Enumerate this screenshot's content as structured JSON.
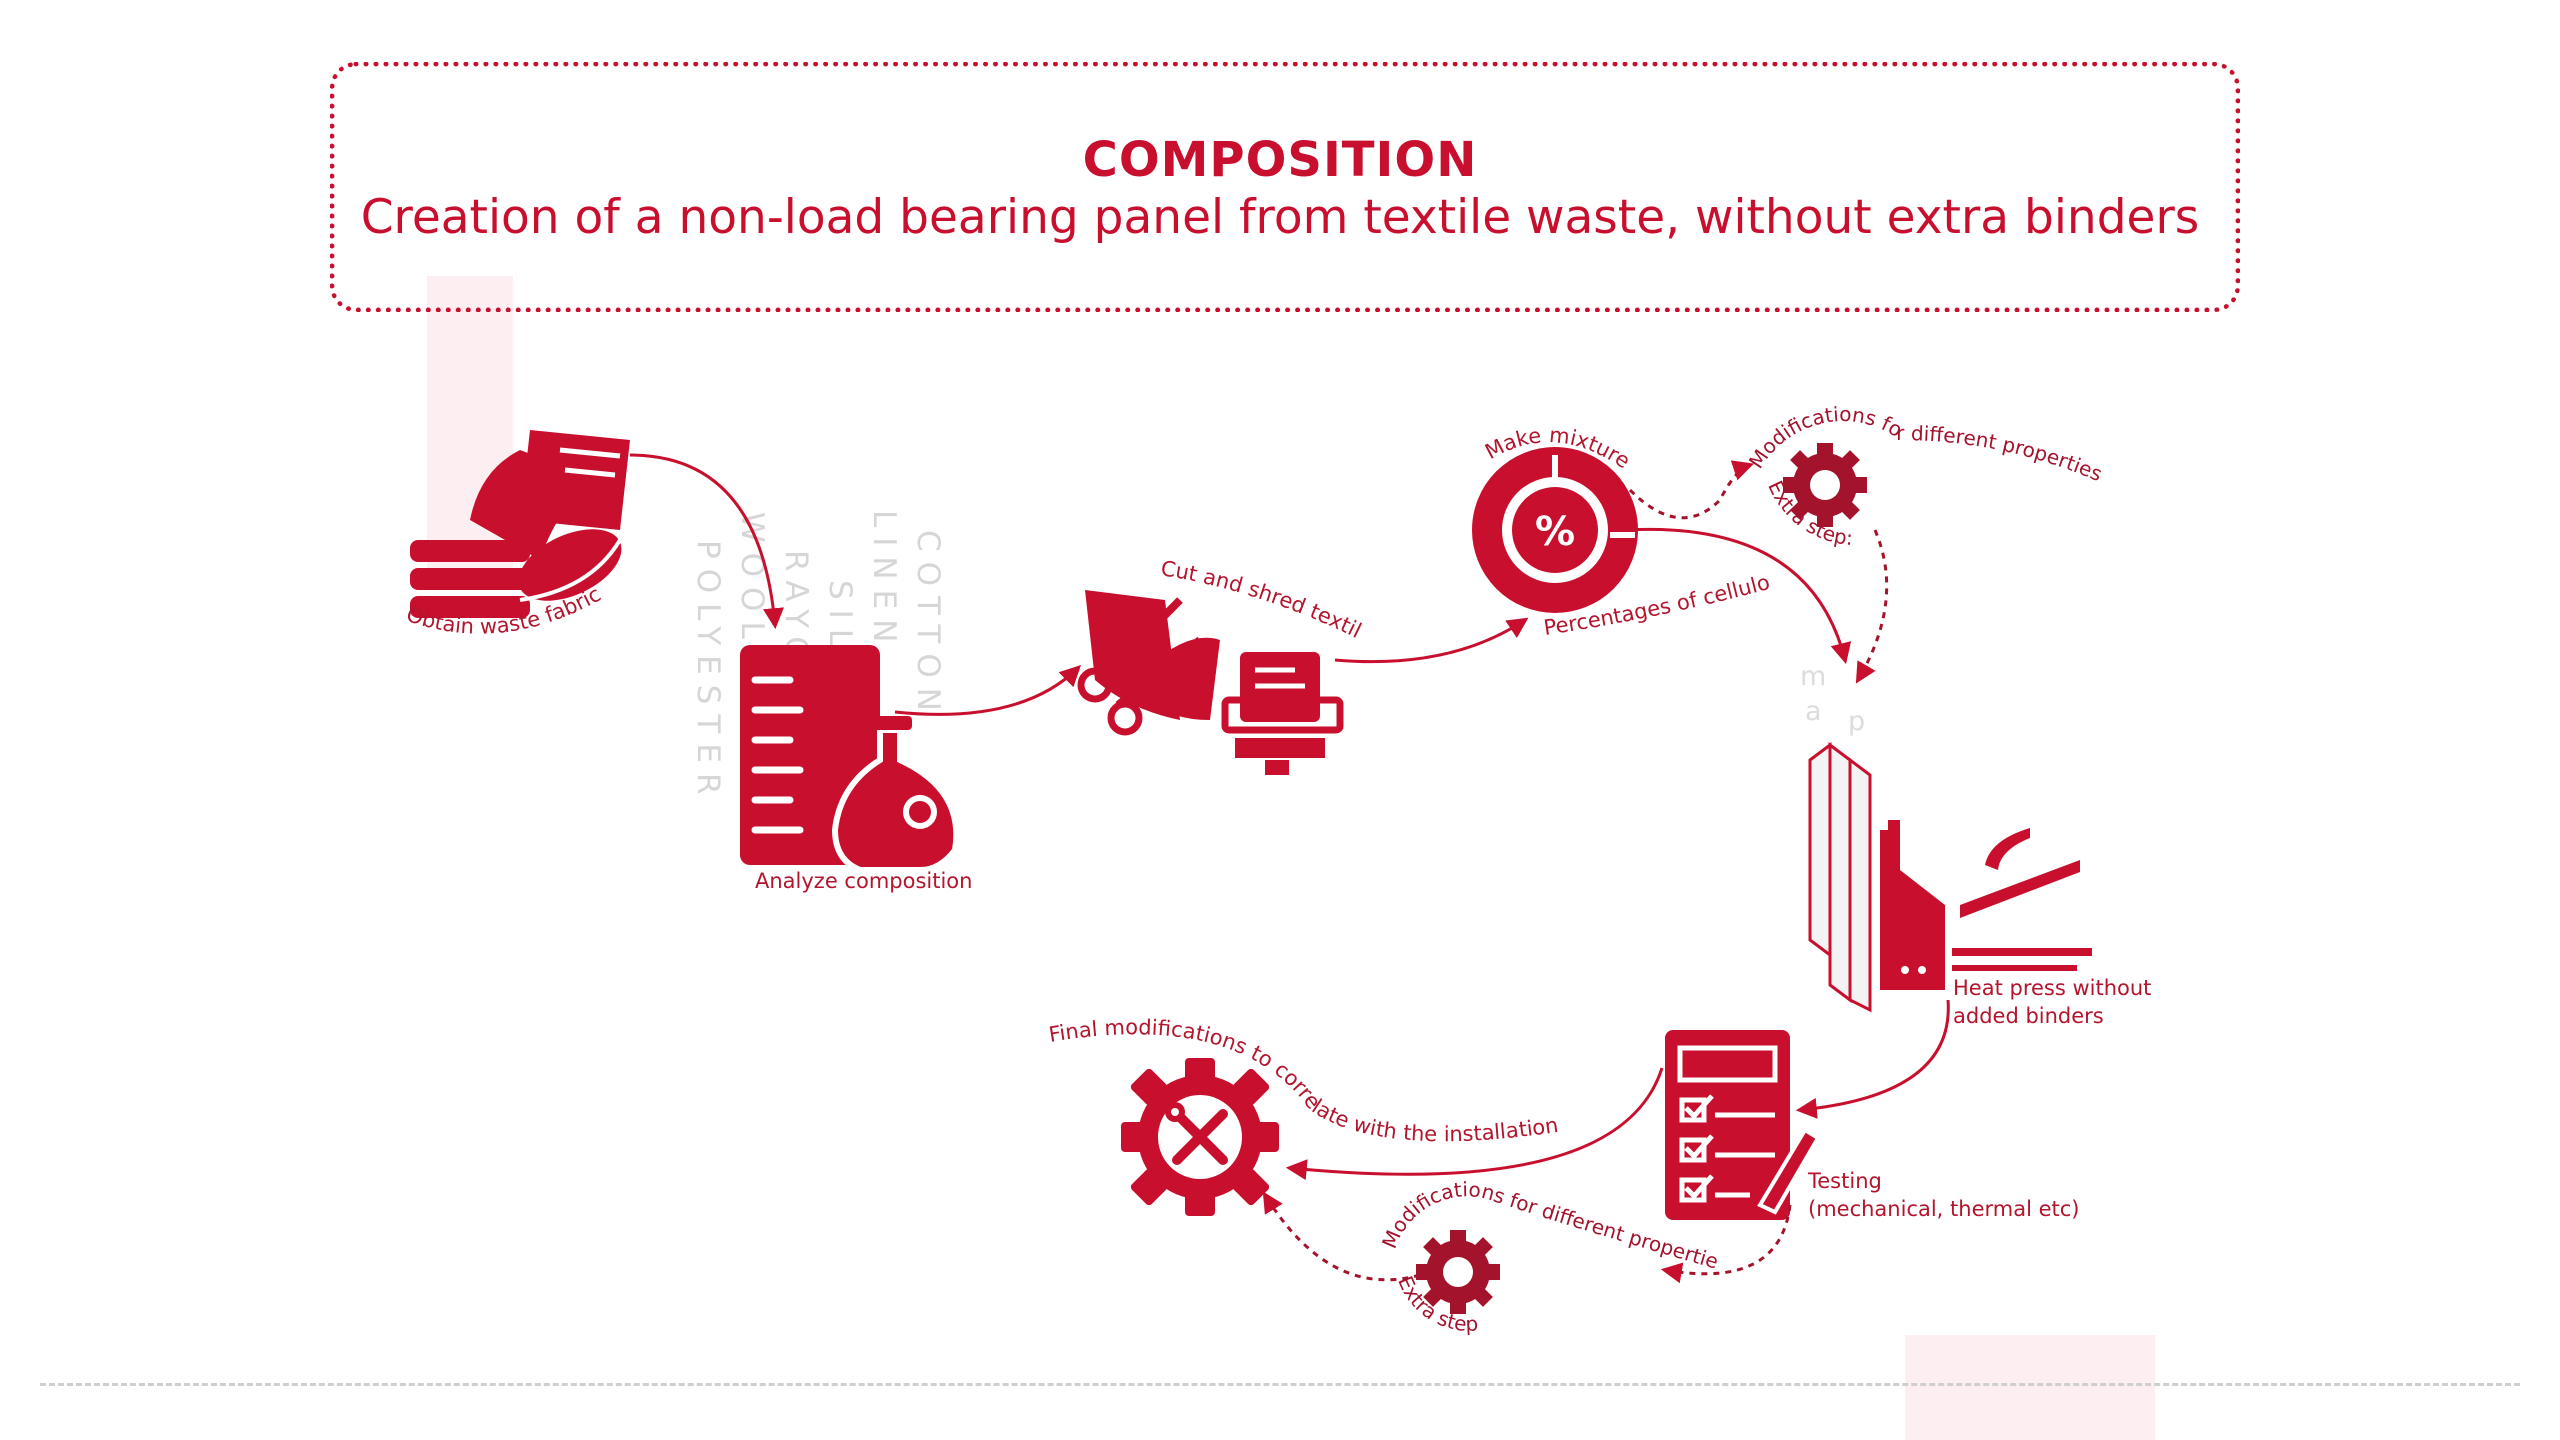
{
  "header": {
    "title": "COMPOSITION",
    "subtitle": "Creation of a non-load bearing panel from textile waste, without extra binders"
  },
  "steps": {
    "obtain": "Obtain waste fabrics",
    "analyze": "Analyze composition",
    "cut": "Cut and shred textiles",
    "mix": "Make mixtures",
    "percent": "Percentages of cellulose",
    "percent_symbol": "%",
    "heat_line1": "Heat press without",
    "heat_line2": "added binders",
    "testing_line1": "Testing",
    "testing_line2": "(mechanical, thermal etc)",
    "final": "Final modifications to correlate with the installation system"
  },
  "extra_steps": {
    "top_modifications": "Modifications for different properties",
    "top_extra": "Extra step:",
    "bottom_modifications": "Modifications for different properties",
    "bottom_extra": "Extra step:"
  },
  "materials": [
    "POLYESTER",
    "WOOL",
    "RAYON",
    "SILK",
    "LINEN",
    "COTTON"
  ],
  "colors": {
    "accent": "#c8102e",
    "dark_accent": "#a3132c",
    "faint_text": "#d6d6d6"
  }
}
